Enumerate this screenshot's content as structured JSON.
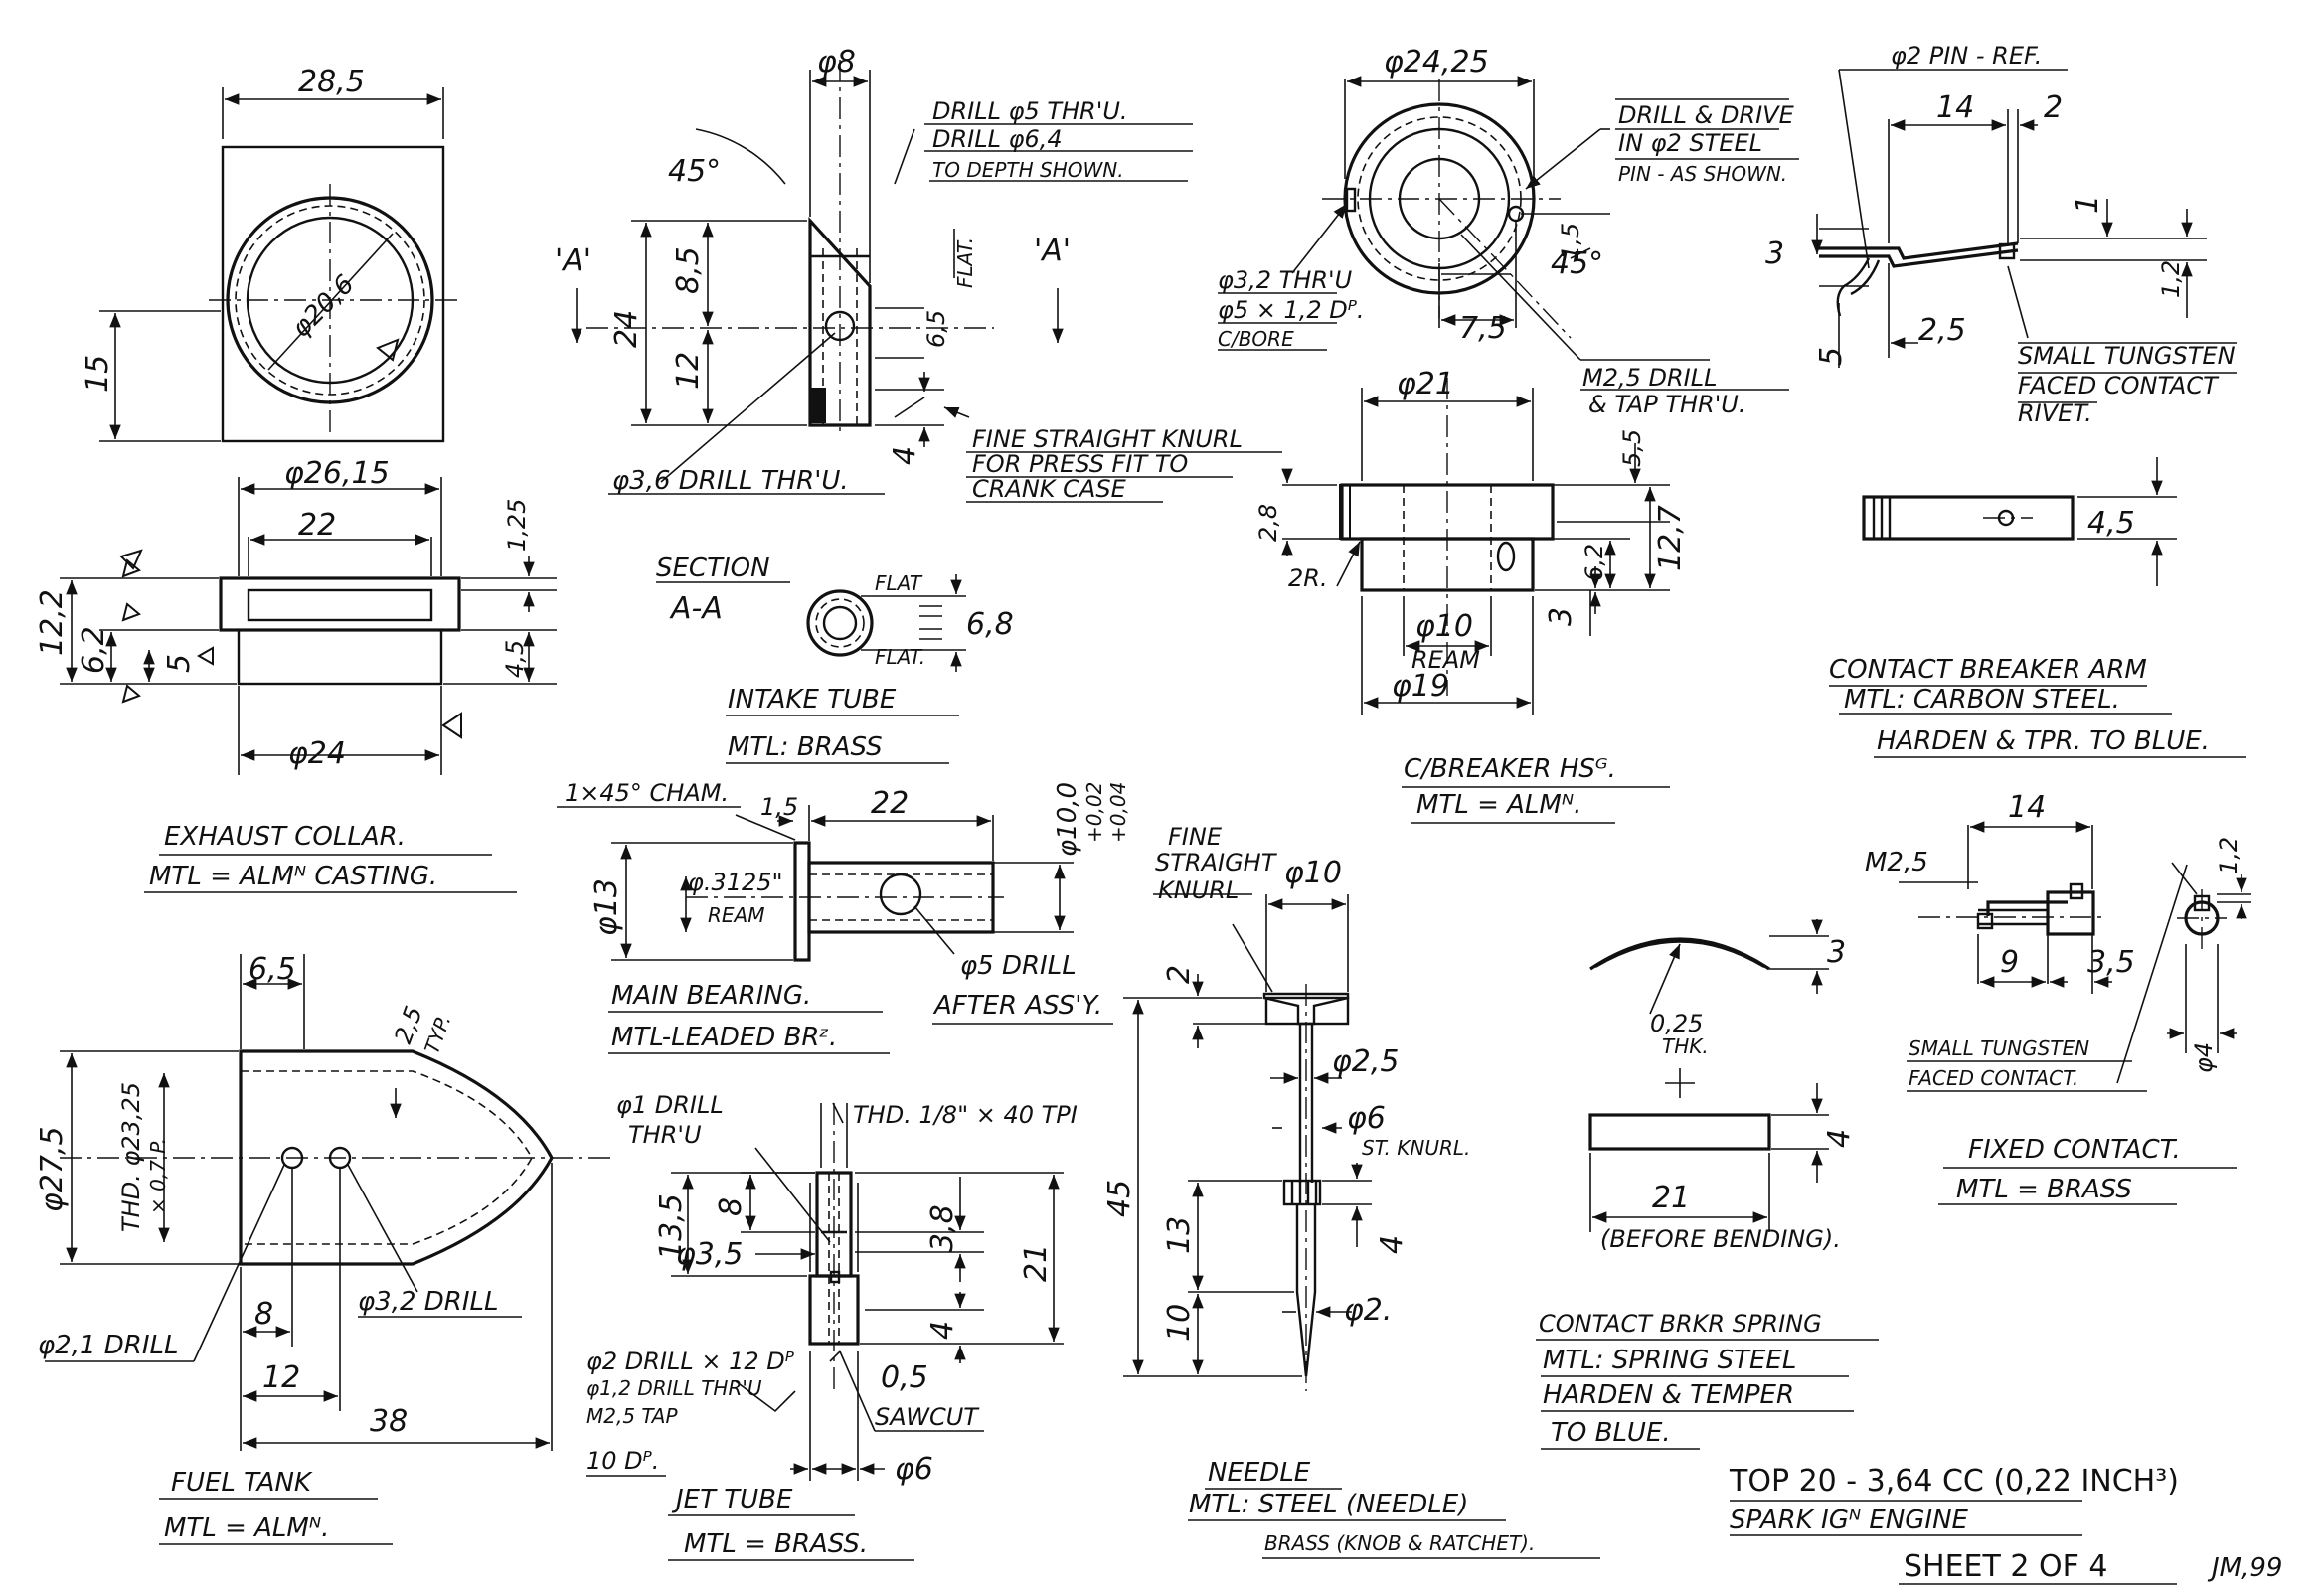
{
  "sheet": {
    "title_line1": "TOP 20 - 3,64 CC (0,22 INCH³)",
    "title_line2": "SPARK IGᴺ ENGINE",
    "sheet_no": "SHEET 2 OF 4",
    "author": "JM,99"
  },
  "exhaust_collar": {
    "d_28_5": "28,5",
    "d_phi20_6": "φ20,6",
    "d_15": "15",
    "d_phi26_15": "φ26,15",
    "d_22": "22",
    "d_1_25": "1,25",
    "d_12_2": "12,2",
    "d_6_2": "6,2",
    "d_5": "5",
    "d_4_5": "4,5",
    "d_phi24": "φ24",
    "name": "EXHAUST COLLAR.",
    "material": "MTL = ALMᴺ CASTING."
  },
  "intake_tube": {
    "d_phi8": "φ8",
    "d_45": "45°",
    "drill1": "DRILL φ5 THR'U.",
    "drill2": "DRILL φ6,4",
    "drill3": "TO DEPTH SHOWN.",
    "sec_a_left": "'A'",
    "sec_a_right": "'A'",
    "d_8_5": "8,5",
    "d_24": "24",
    "d_12": "12",
    "d_6_5": "6,5",
    "flat": "FLAT.",
    "d_4": "4",
    "knurl1": "FINE STRAIGHT KNURL",
    "knurl2": "FOR PRESS FIT TO",
    "knurl3": "CRANK CASE",
    "drill_36": "φ3,6 DRILL THR'U.",
    "section": "SECTION",
    "section_aa": "A-A",
    "flat_top": "FLAT",
    "flat_bot": "FLAT.",
    "d_6_8": "6,8",
    "name": "INTAKE TUBE",
    "material": "MTL: BRASS"
  },
  "cb_housing": {
    "d_phi24_25": "φ24,25",
    "drive1": "DRILL & DRIVE",
    "drive2": "IN φ2 STEEL",
    "drive3": "PIN - AS SHOWN.",
    "d_1_5": "1,5",
    "d_45": "45°",
    "d_7_5": "7,5",
    "cb1": "φ3,2 THR'U",
    "cb2": "φ5 × 1,2 Dᴾ.",
    "cb3": "C/BORE",
    "m25_1": "M2,5 DRILL",
    "m25_2": "& TAP THR'U.",
    "d_phi21": "φ21",
    "d_5_5": "5,5",
    "d_2_8": "2,8",
    "d_2r": "2R.",
    "d_12_7": "12,7",
    "d_6_2": "6,2",
    "d_3": "3",
    "d_phi10": "φ10",
    "ream": "REAM",
    "d_phi19": "φ19",
    "name": "C/BREAKER HSᴳ.",
    "material": "MTL = ALMᴺ."
  },
  "cb_arm": {
    "pin_ref": "φ2 PIN - REF.",
    "d_14": "14",
    "d_2": "2",
    "d_1": "1",
    "d_3": "3",
    "d_1_2": "1,2",
    "d_5": "5",
    "d_2_5": "2,5",
    "rivet1": "SMALL TUNGSTEN",
    "rivet2": "FACED CONTACT",
    "rivet3": "RIVET.",
    "d_4_5": "4,5",
    "name": "CONTACT BREAKER ARM",
    "material1": "MTL: CARBON STEEL.",
    "material2": "HARDEN & TPR. TO BLUE."
  },
  "main_bearing": {
    "cham": "1×45° CHAM.",
    "d_1_5": "1,5",
    "d_22": "22",
    "d_phi10": "φ10,0",
    "tol1": "+0,02",
    "tol2": "+0,04",
    "d_phi13": "φ13",
    "d_3125": "φ.3125\"",
    "ream": "REAM",
    "drill": "φ5 DRILL",
    "after": "AFTER ASS'Y.",
    "name": "MAIN BEARING.",
    "material": "MTL-LEADED BRᶻ."
  },
  "needle": {
    "fine1": "FINE",
    "fine2": "STRAIGHT",
    "fine3": "KNURL",
    "d_phi10": "φ10",
    "d_2": "2",
    "d_phi2_5": "φ2,5",
    "d_45": "45",
    "d_phi6": "φ6",
    "stknurl": "ST. KNURL.",
    "d_13": "13",
    "d_4": "4",
    "d_10": "10",
    "d_phi2": "φ2.",
    "name": "NEEDLE",
    "material1": "MTL: STEEL (NEEDLE)",
    "material2": "BRASS (KNOB & RATCHET)."
  },
  "spring": {
    "d_3": "3",
    "d_025": "0,25",
    "thk": "THK.",
    "d_4": "4",
    "d_21": "21",
    "before": "(BEFORE BENDING).",
    "name": "CONTACT BRKR SPRING",
    "material1": "MTL: SPRING STEEL",
    "material2": "HARDEN & TEMPER",
    "material3": "TO BLUE."
  },
  "fixed_contact": {
    "d_14": "14",
    "m25": "M2,5",
    "d_1_2": "1,2",
    "d_9": "9",
    "d_3_5": "3,5",
    "d_phi4": "φ4",
    "small1": "SMALL TUNGSTEN",
    "small2": "FACED CONTACT.",
    "name": "FIXED CONTACT.",
    "material": "MTL = BRASS"
  },
  "fuel_tank": {
    "d_6_5": "6,5",
    "d_2_5": "2,5",
    "typ": "TYP.",
    "d_phi27_5": "φ27,5",
    "thd1": "THD. φ23,25",
    "thd2": "× 0,7 P.",
    "d_8": "8",
    "d_12": "12",
    "d_38": "38",
    "d21": "φ2,1 DRILL",
    "d32": "φ3,2 DRILL",
    "name": "FUEL TANK",
    "material": "MTL = ALMᴺ."
  },
  "jet_tube": {
    "d1a": "φ1 DRILL",
    "d1b": "THR'U",
    "thd": "THD. 1/8\" × 40 TPI",
    "d_13_5": "13,5",
    "d_8": "8",
    "d_phi3_5": "φ3,5",
    "d_3_8": "3,8",
    "d_21": "21",
    "d_4": "4",
    "n1": "φ2 DRILL × 12 Dᴾ",
    "n2": "φ1,2 DRILL THR'U",
    "n3": "M2,5 TAP",
    "n4": "10 Dᴾ.",
    "d_0_5": "0,5",
    "sawcut": "SAWCUT",
    "d_phi6": "φ6",
    "name": "JET TUBE",
    "material": "MTL = BRASS."
  }
}
